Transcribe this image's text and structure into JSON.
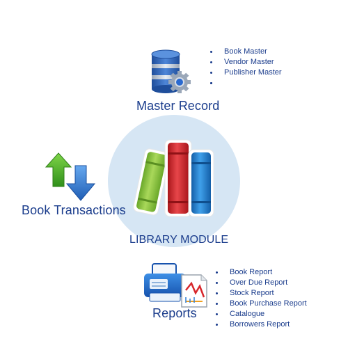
{
  "master_record": {
    "label": "Master Record",
    "items": [
      "Book Master",
      "Vendor Master",
      "Publisher Master",
      "",
      ""
    ]
  },
  "center": {
    "label": "LIBRARY MODULE"
  },
  "transactions": {
    "label": "Book Transactions"
  },
  "reports": {
    "label": "Reports",
    "items": [
      "Book Report",
      "Over Due Report",
      "Stock Report",
      "Book Purchase Report",
      "Catalogue",
      "Borrowers Report"
    ]
  },
  "colors": {
    "text": "#1a3c8c",
    "circle": "#d6e6f4",
    "book_green": "#8cc63f",
    "book_red": "#d7262b",
    "book_blue": "#1c7fd0",
    "arrow_green": "#5cbf2a",
    "arrow_blue": "#2f7fd6"
  },
  "icons": {
    "master": "database-gear-icon",
    "center": "books-icon",
    "transactions": "up-down-arrows-icon",
    "reports": "printer-chart-icon"
  }
}
